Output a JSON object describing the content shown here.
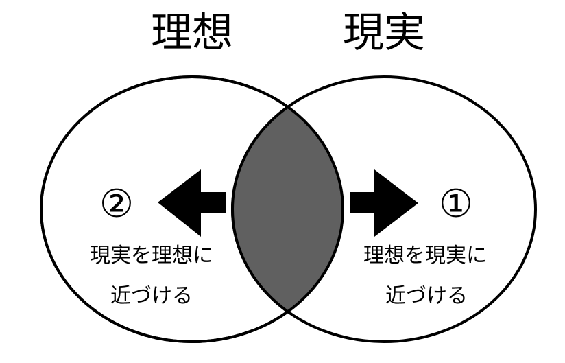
{
  "left": {
    "title": "理想",
    "number": "②",
    "line1": "現実を理想に",
    "line2": "近づける"
  },
  "right": {
    "title": "現実",
    "number": "①",
    "line1": "理想を現実に",
    "line2": "近づける"
  },
  "colors": {
    "overlap": "#606060",
    "stroke": "#000000",
    "background": "#ffffff"
  }
}
